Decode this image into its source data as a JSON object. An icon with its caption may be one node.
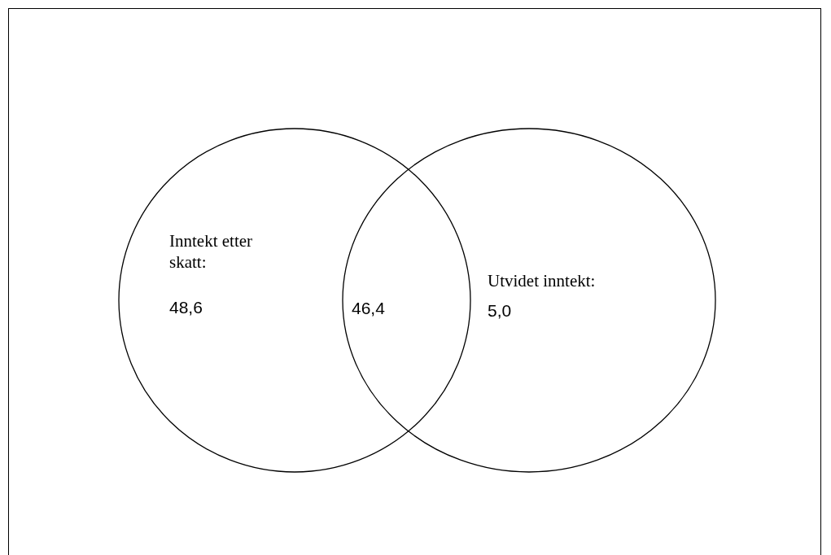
{
  "diagram": {
    "nodes": [
      {
        "text": [
          "Inntekt etter skatt:",
          "48,6"
        ]
      },
      {
        "text": [
          "Utvidet inntekt:",
          "5,0"
        ]
      }
    ],
    "labels": [
      "46,4"
    ]
  }
}
